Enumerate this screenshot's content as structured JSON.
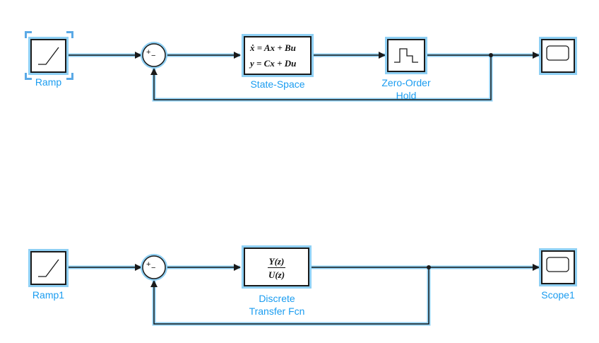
{
  "colors": {
    "wire": "#1a1a1a",
    "wire_glow": "#8fd0f4",
    "label": "#1a9cf0",
    "selection": "#5aa9e6"
  },
  "blocks": {
    "ramp": {
      "label": "Ramp",
      "icon": "ramp-icon"
    },
    "state_space": {
      "label": "State-Space",
      "eq1": "ẋ = Ax + Bu",
      "eq2": "y = Cx + Du"
    },
    "zoh": {
      "label_line1": "Zero-Order",
      "label_line2": "Hold",
      "icon": "zero-order-hold-icon"
    },
    "scope": {
      "icon": "scope-icon"
    },
    "ramp1": {
      "label": "Ramp1",
      "icon": "ramp-icon"
    },
    "dtf": {
      "label_line1": "Discrete",
      "label_line2": "Transfer Fcn",
      "numerator": "Y(z)",
      "denominator": "U(z)"
    },
    "scope1": {
      "label": "Scope1",
      "icon": "scope-icon"
    }
  },
  "sum_signs": {
    "plus": "+",
    "minus": "−"
  }
}
